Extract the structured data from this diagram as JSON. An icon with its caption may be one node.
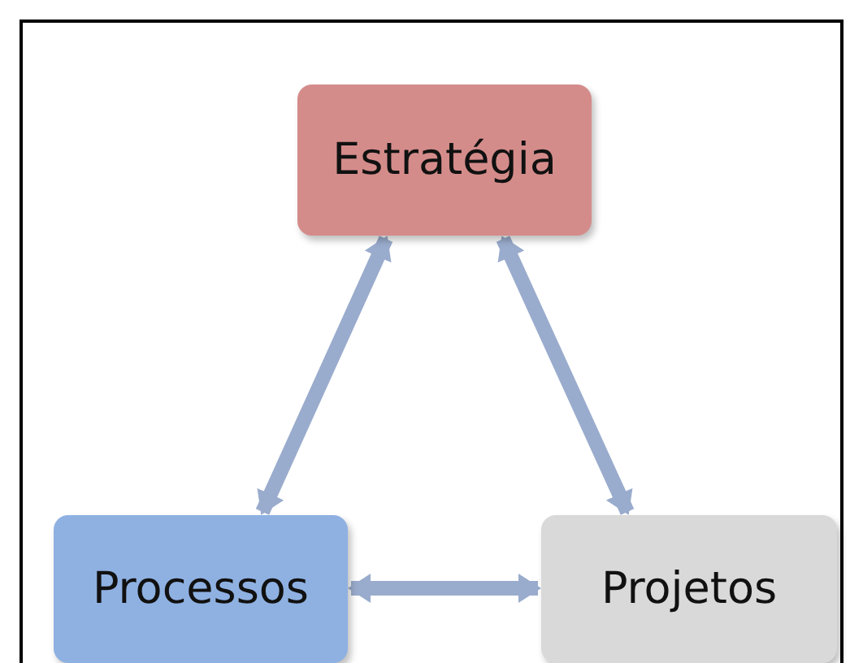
{
  "diagram": {
    "nodes": [
      {
        "text": [
          "Estratégia"
        ]
      },
      {
        "text": [
          "Processos"
        ]
      },
      {
        "text": [
          "Projetos"
        ]
      }
    ],
    "edges": [
      {
        "from": 0,
        "to": 1,
        "arrow": "both"
      },
      {
        "from": 0,
        "to": 2,
        "arrow": "both"
      },
      {
        "from": 1,
        "to": 2,
        "arrow": "both"
      }
    ]
  }
}
